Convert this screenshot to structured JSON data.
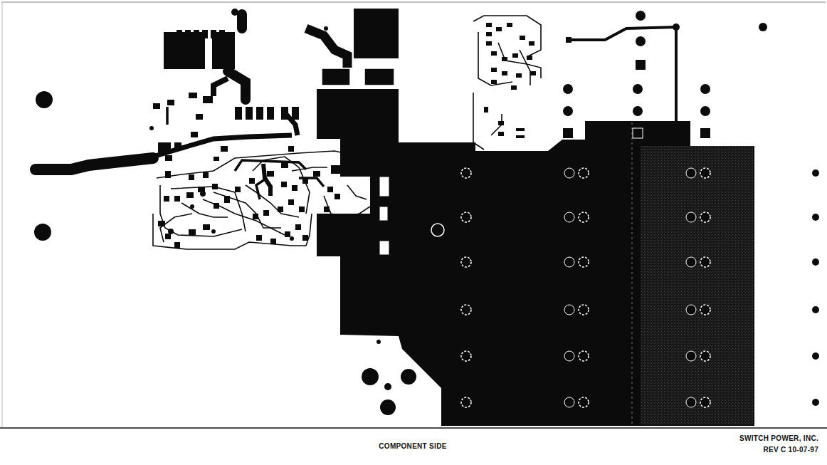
{
  "diagram": {
    "labels": [
      "COMPONENT SIDE",
      "SWITCH POWER, INC.",
      "REV C 10-07-97"
    ]
  }
}
